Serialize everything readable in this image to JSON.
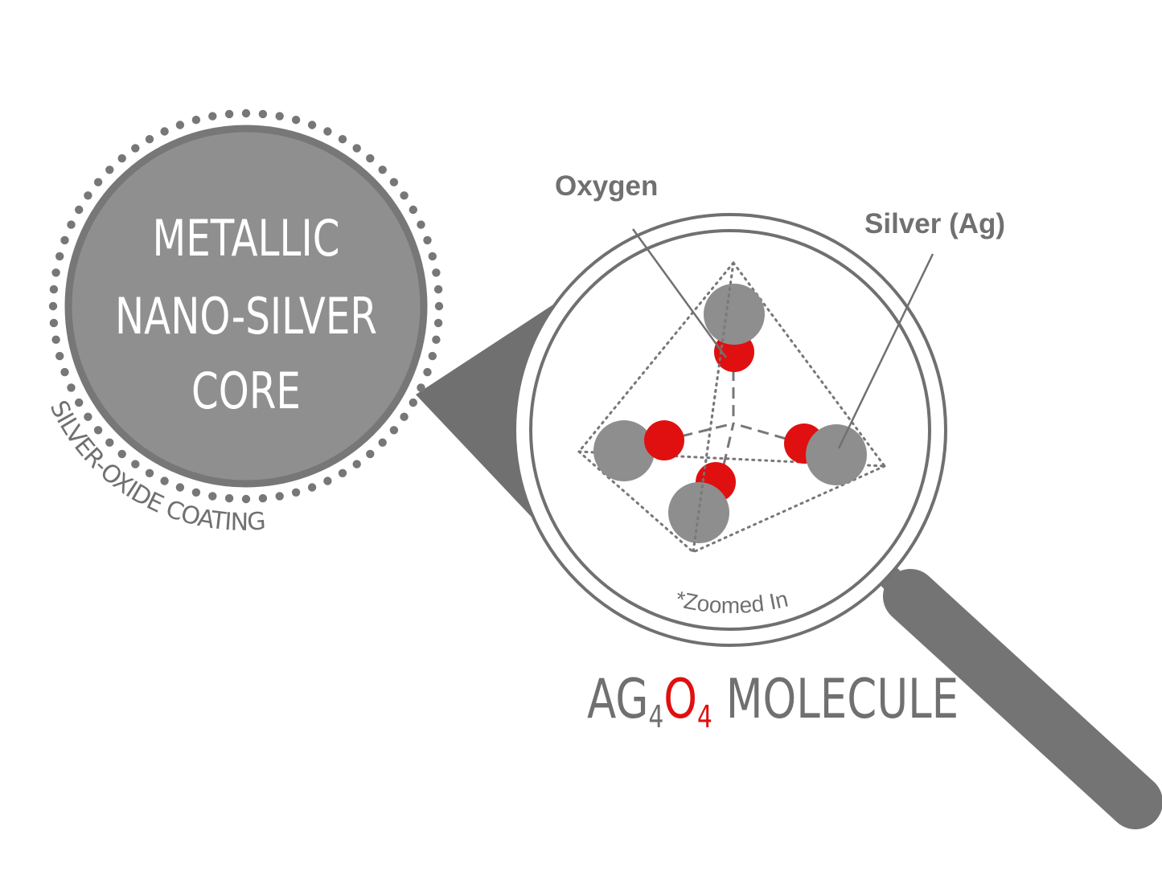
{
  "core": {
    "line1": "METALLIC",
    "line2": "NANO-SILVER",
    "line3": "CORE"
  },
  "coating_label": "SILVER-OXIDE COATING",
  "labels": {
    "oxygen": "Oxygen",
    "silver": "Silver (Ag)",
    "zoom_note": "*Zoomed In"
  },
  "formula": {
    "ag": "AG",
    "sub_ag": "4",
    "o": "O",
    "sub_o": "4",
    "suffix": " MOLECULE"
  },
  "colors": {
    "core_fill": "#8f8f8f",
    "core_stroke": "#777777",
    "dot": "#777777",
    "text_gray": "#707070",
    "oxygen": "#e01010",
    "silver_atom": "#8e8e8e",
    "lens_frame": "#707070",
    "handle": "#747474",
    "beam": "#707070"
  }
}
